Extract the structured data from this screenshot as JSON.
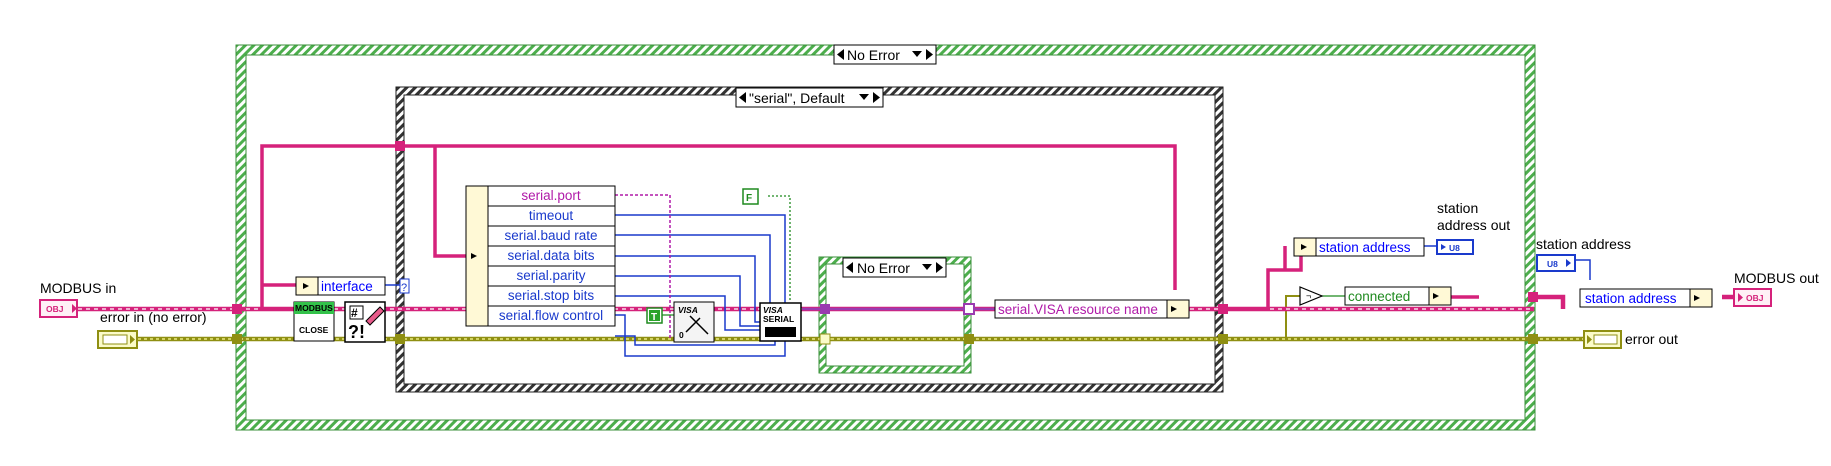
{
  "labels": {
    "modbus_in": "MODBUS in",
    "error_in": "error in (no error)",
    "station_address_out": [
      "station",
      "address out"
    ],
    "station_address": "station address",
    "modbus_out": "MODBUS out",
    "error_out": "error out"
  },
  "case_structures": {
    "outer_selector": "No Error",
    "inner_selector": "\"serial\", Default",
    "nested_selector": "No Error"
  },
  "unbundle_by_name": {
    "interface": "interface",
    "serial_fields": [
      "serial.port",
      "timeout",
      "serial.baud rate",
      "serial.data bits",
      "serial.parity",
      "serial.stop bits",
      "serial.flow control"
    ],
    "visa_resource": "serial.VISA resource name",
    "station_address_read": "station address",
    "connected": "connected"
  },
  "bundle_by_name": {
    "station_address_write": "station address"
  },
  "terminals": {
    "obj": "OBJ",
    "u8": "U8",
    "bool_true": "T",
    "bool_false": "F",
    "unknown": "?"
  },
  "subvi_text": {
    "modbus_banner": "MODBUS",
    "close": "CLOSE",
    "hash": "#",
    "question": "?!",
    "visa": "VISA",
    "serial": "SERIAL",
    "zero": "0"
  },
  "colors": {
    "class_wire": "#d5227b",
    "error_wire": "#8f8f12",
    "error_wire_light": "#eaea80",
    "numeric_wire": "#1a3acc",
    "string_wire": "#b01aa8",
    "boolean_wire": "#1f8a1f",
    "case_green": "#4cae4c",
    "case_black": "#333333",
    "unbundle_body": "#fff9d6"
  }
}
